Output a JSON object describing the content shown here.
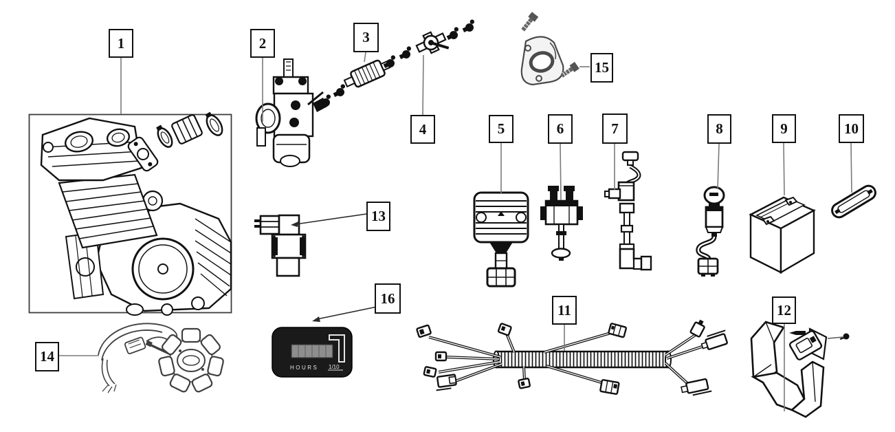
{
  "diagram": {
    "background": "#ffffff",
    "line_color": "#111111",
    "leader_color": "#7a7a7a",
    "gray_part_color": "#4a4a4a"
  },
  "callouts": [
    {
      "number": "1"
    },
    {
      "number": "2"
    },
    {
      "number": "3"
    },
    {
      "number": "4"
    },
    {
      "number": "5"
    },
    {
      "number": "6"
    },
    {
      "number": "7"
    },
    {
      "number": "8"
    },
    {
      "number": "9"
    },
    {
      "number": "10"
    },
    {
      "number": "11"
    },
    {
      "number": "12"
    },
    {
      "number": "13"
    },
    {
      "number": "14"
    },
    {
      "number": "15"
    },
    {
      "number": "16"
    }
  ],
  "parts": [
    {
      "callout": "1",
      "icon": "engine-assembly"
    },
    {
      "callout": "2",
      "icon": "carburetor"
    },
    {
      "callout": "3",
      "icon": "inline-fuel-filter"
    },
    {
      "callout": "4",
      "icon": "fuel-valve-with-hose-clamps"
    },
    {
      "callout": "5",
      "icon": "voltage-regulator-rectifier"
    },
    {
      "callout": "6",
      "icon": "ignition-coil"
    },
    {
      "callout": "7",
      "icon": "fuel-pump-sensor"
    },
    {
      "callout": "8",
      "icon": "ignition-key-switch"
    },
    {
      "callout": "9",
      "icon": "battery"
    },
    {
      "callout": "10",
      "icon": "battery-strap"
    },
    {
      "callout": "11",
      "icon": "wiring-harness"
    },
    {
      "callout": "12",
      "icon": "bracket-with-switch"
    },
    {
      "callout": "13",
      "icon": "cdi-unit"
    },
    {
      "callout": "14",
      "icon": "stator-magneto"
    },
    {
      "callout": "15",
      "icon": "intake-flange-with-bolts"
    },
    {
      "callout": "16",
      "icon": "hour-meter"
    }
  ],
  "hour_meter": {
    "label": "HOURS",
    "scale": "1/10"
  }
}
